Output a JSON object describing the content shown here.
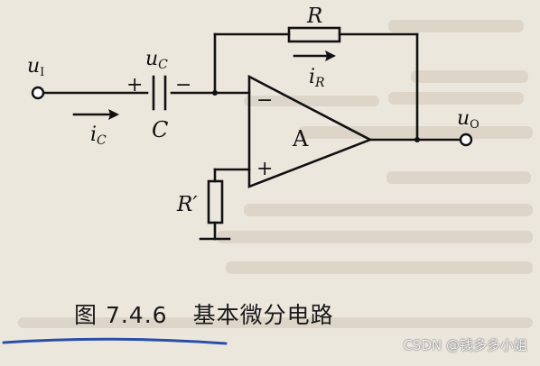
{
  "figure": {
    "number": "图 7.4.6",
    "title": "基本微分电路"
  },
  "labels": {
    "input_main": "u",
    "input_sub": "I",
    "cap_voltage_main": "u",
    "cap_voltage_sub": "C",
    "cap_plus": "+",
    "cap_minus": "−",
    "cap_name": "C",
    "cap_current_main": "i",
    "cap_current_sub": "C",
    "feedback_resistor": "R",
    "feedback_current_main": "i",
    "feedback_current_sub": "R",
    "inverting_input": "−",
    "noninverting_input": "+",
    "amplifier": "A",
    "ground_resistor": "R′",
    "output_main": "u",
    "output_sub": "O"
  },
  "watermark": "CSDN @钱多多小姐",
  "colors": {
    "paper": "#ece7dd",
    "ink": "#111111",
    "underline": "#2b4fa8"
  }
}
